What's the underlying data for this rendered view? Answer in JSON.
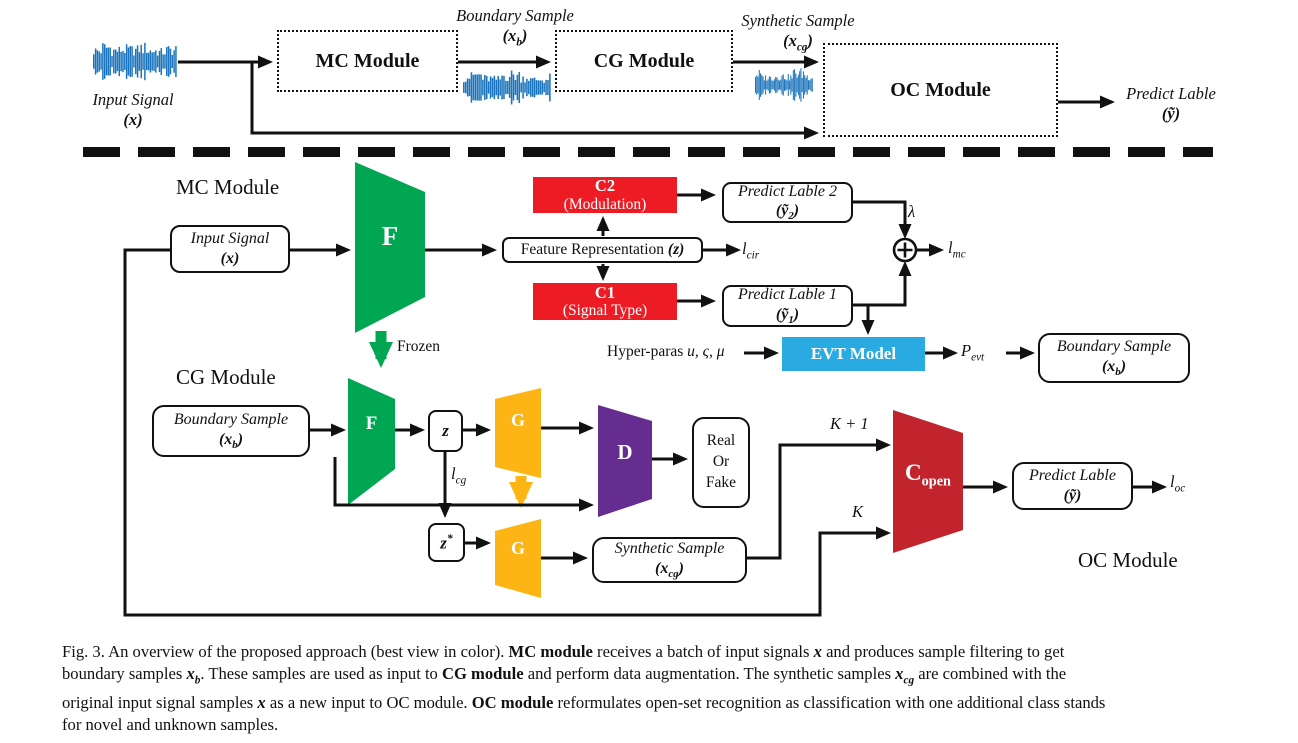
{
  "colors": {
    "green": "#00A651",
    "red": "#ED1C24",
    "blue_evt": "#29ABE2",
    "yellow": "#FDB515",
    "purple": "#662D91",
    "crimson": "#C2242E",
    "waveform": "#1C75BC",
    "line": "#111111"
  },
  "top_flow": {
    "input_signal": {
      "line1": "Input Signal",
      "line2": "(x)"
    },
    "mc_module": "MC Module",
    "boundary_sample": {
      "line1": "Boundary Sample",
      "math": {
        "pre": "(x",
        "sub": "b",
        "post": ")"
      }
    },
    "cg_module": "CG Module",
    "synthetic_sample": {
      "line1": "Synthetic Sample",
      "math": {
        "pre": "(x",
        "sub": "cg",
        "post": ")"
      }
    },
    "oc_module": "OC Module",
    "predict_lable": {
      "line1": "Predict Lable",
      "line2": "(ỹ)"
    }
  },
  "mc_detail": {
    "title": "MC Module",
    "input_box": {
      "line1": "Input Signal",
      "line2": "(x)"
    },
    "f": "F",
    "feature_box": {
      "text": "Feature Representation ",
      "bold": "(z)"
    },
    "c2": {
      "line1": "C2",
      "line2": "(Modulation)"
    },
    "c1": {
      "line1": "C1",
      "line2": "(Signal Type)"
    },
    "predict2": {
      "line1": "Predict Lable 2",
      "math": {
        "pre": "(ỹ",
        "sub": "2",
        "post": ")"
      }
    },
    "predict1": {
      "line1": "Predict Lable 1",
      "math": {
        "pre": "(ỹ",
        "sub": "1",
        "post": ")"
      }
    },
    "lambda": "λ",
    "l_cir": {
      "pre": "l",
      "sub": "cir"
    },
    "l_mc": {
      "pre": "l",
      "sub": "mc"
    },
    "frozen": "Frozen",
    "hyper": {
      "text": "Hyper-paras ",
      "math": "u, ς, μ"
    },
    "evt": "EVT Model",
    "p_evt": {
      "pre": "P",
      "sub": "evt"
    },
    "boundary_out": {
      "line1": "Boundary Sample",
      "math": {
        "pre": "(x",
        "sub": "b",
        "post": ")"
      }
    }
  },
  "cg_detail": {
    "title": "CG Module",
    "boundary_in": {
      "line1": "Boundary Sample",
      "math": {
        "pre": "(x",
        "sub": "b",
        "post": ")"
      }
    },
    "f": "F",
    "z": "z",
    "l_cg": {
      "pre": "l",
      "sub": "cg"
    },
    "g1": "G",
    "g2": "G",
    "z_star": {
      "pre": "z",
      "sup": "*"
    },
    "d": "D",
    "real_or_fake": {
      "line1": "Real",
      "line2": "Or",
      "line3": "Fake"
    },
    "synthetic_box": {
      "line1": "Synthetic Sample",
      "math": {
        "pre": "(x",
        "sub": "cg",
        "post": ")"
      }
    },
    "k_plus_1": "K + 1",
    "k": "K",
    "c_open": {
      "pre": "C",
      "sub": "open"
    },
    "predict_box": {
      "line1": "Predict Lable",
      "line2": "(ỹ)"
    },
    "l_oc": {
      "pre": "l",
      "sub": "oc"
    },
    "oc_title": "OC Module"
  },
  "caption": {
    "lines": [
      [
        {
          "t": "Fig. 3.   An overview of the proposed approach (best view in color). "
        },
        {
          "t": "MC module",
          "b": true
        },
        {
          "t": " receives a batch of input signals "
        },
        {
          "t": "x",
          "b": true,
          "i": true
        },
        {
          "t": " and produces sample filtering to get"
        }
      ],
      [
        {
          "t": "boundary samples "
        },
        {
          "t": "x",
          "b": true,
          "i": true
        },
        {
          "t": "b",
          "b": true,
          "i": true,
          "sub": true
        },
        {
          "t": ". These samples are used as input to "
        },
        {
          "t": "CG module",
          "b": true
        },
        {
          "t": " and perform data augmentation. The synthetic samples "
        },
        {
          "t": "x",
          "b": true,
          "i": true
        },
        {
          "t": "cg",
          "b": true,
          "i": true,
          "sub": true
        },
        {
          "t": " are combined with the"
        }
      ],
      [
        {
          "t": "original input signal samples "
        },
        {
          "t": "x",
          "b": true,
          "i": true
        },
        {
          "t": " as a new input to OC module. "
        },
        {
          "t": "OC module",
          "b": true
        },
        {
          "t": " reformulates open-set recognition as classification with one additional class stands"
        }
      ],
      [
        {
          "t": "for novel and unknown samples."
        }
      ]
    ]
  }
}
